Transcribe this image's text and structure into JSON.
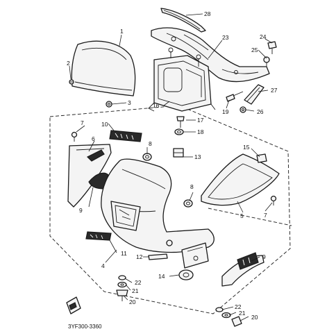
{
  "diagram": {
    "code": "3YF300-3360",
    "callouts": {
      "windshield": "1",
      "screw": "2",
      "nut": "3",
      "cowling_body": "4",
      "cowling_inner_right": "5",
      "cowling_inner_left": "6",
      "screw_left_panel": "7",
      "grommet_left": "8",
      "graphic_left": "9",
      "emblem": "10",
      "emblem_lower": "11",
      "stay_bolt": "12",
      "damper": "13",
      "grommet_lower": "14",
      "rivet_top": "15",
      "stay_bracket": "16",
      "bolt_center": "17",
      "collar_center": "18",
      "bolt_stay": "19",
      "screw_bottom": "20",
      "washer_bottom": "21",
      "collar_bottom": "22",
      "upper_cover": "23",
      "clip": "24",
      "rivet": "25",
      "nut_stay": "26",
      "stay_arm": "27",
      "trim_strip": "28"
    }
  }
}
